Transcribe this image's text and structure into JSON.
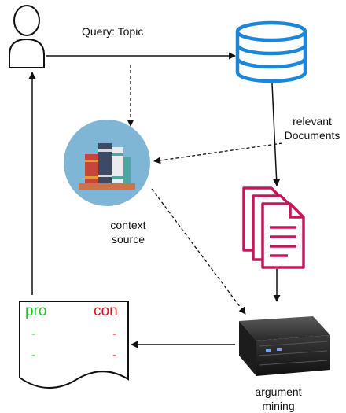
{
  "labels": {
    "query": "Query: Topic",
    "relevant_line1": "relevant",
    "relevant_line2": "Documents",
    "context_line1": "context",
    "context_line2": "source",
    "argument_line1": "argument",
    "argument_line2": "mining"
  },
  "result_document": {
    "pro_label": "pro",
    "con_label": "con",
    "pro_items": [
      "-",
      "-"
    ],
    "con_items": [
      "-",
      "-"
    ]
  },
  "colors": {
    "pro": "#22c422",
    "con": "#e8121a",
    "database": "#1a87d9",
    "documents": "#c2185b",
    "context_circle": "#7fb6d6",
    "lines": "#111111"
  },
  "icons": {
    "user": "user-icon",
    "database": "database-icon",
    "documents": "documents-icon",
    "context_source": "books-icon",
    "server": "server-icon",
    "result": "result-document-icon"
  }
}
